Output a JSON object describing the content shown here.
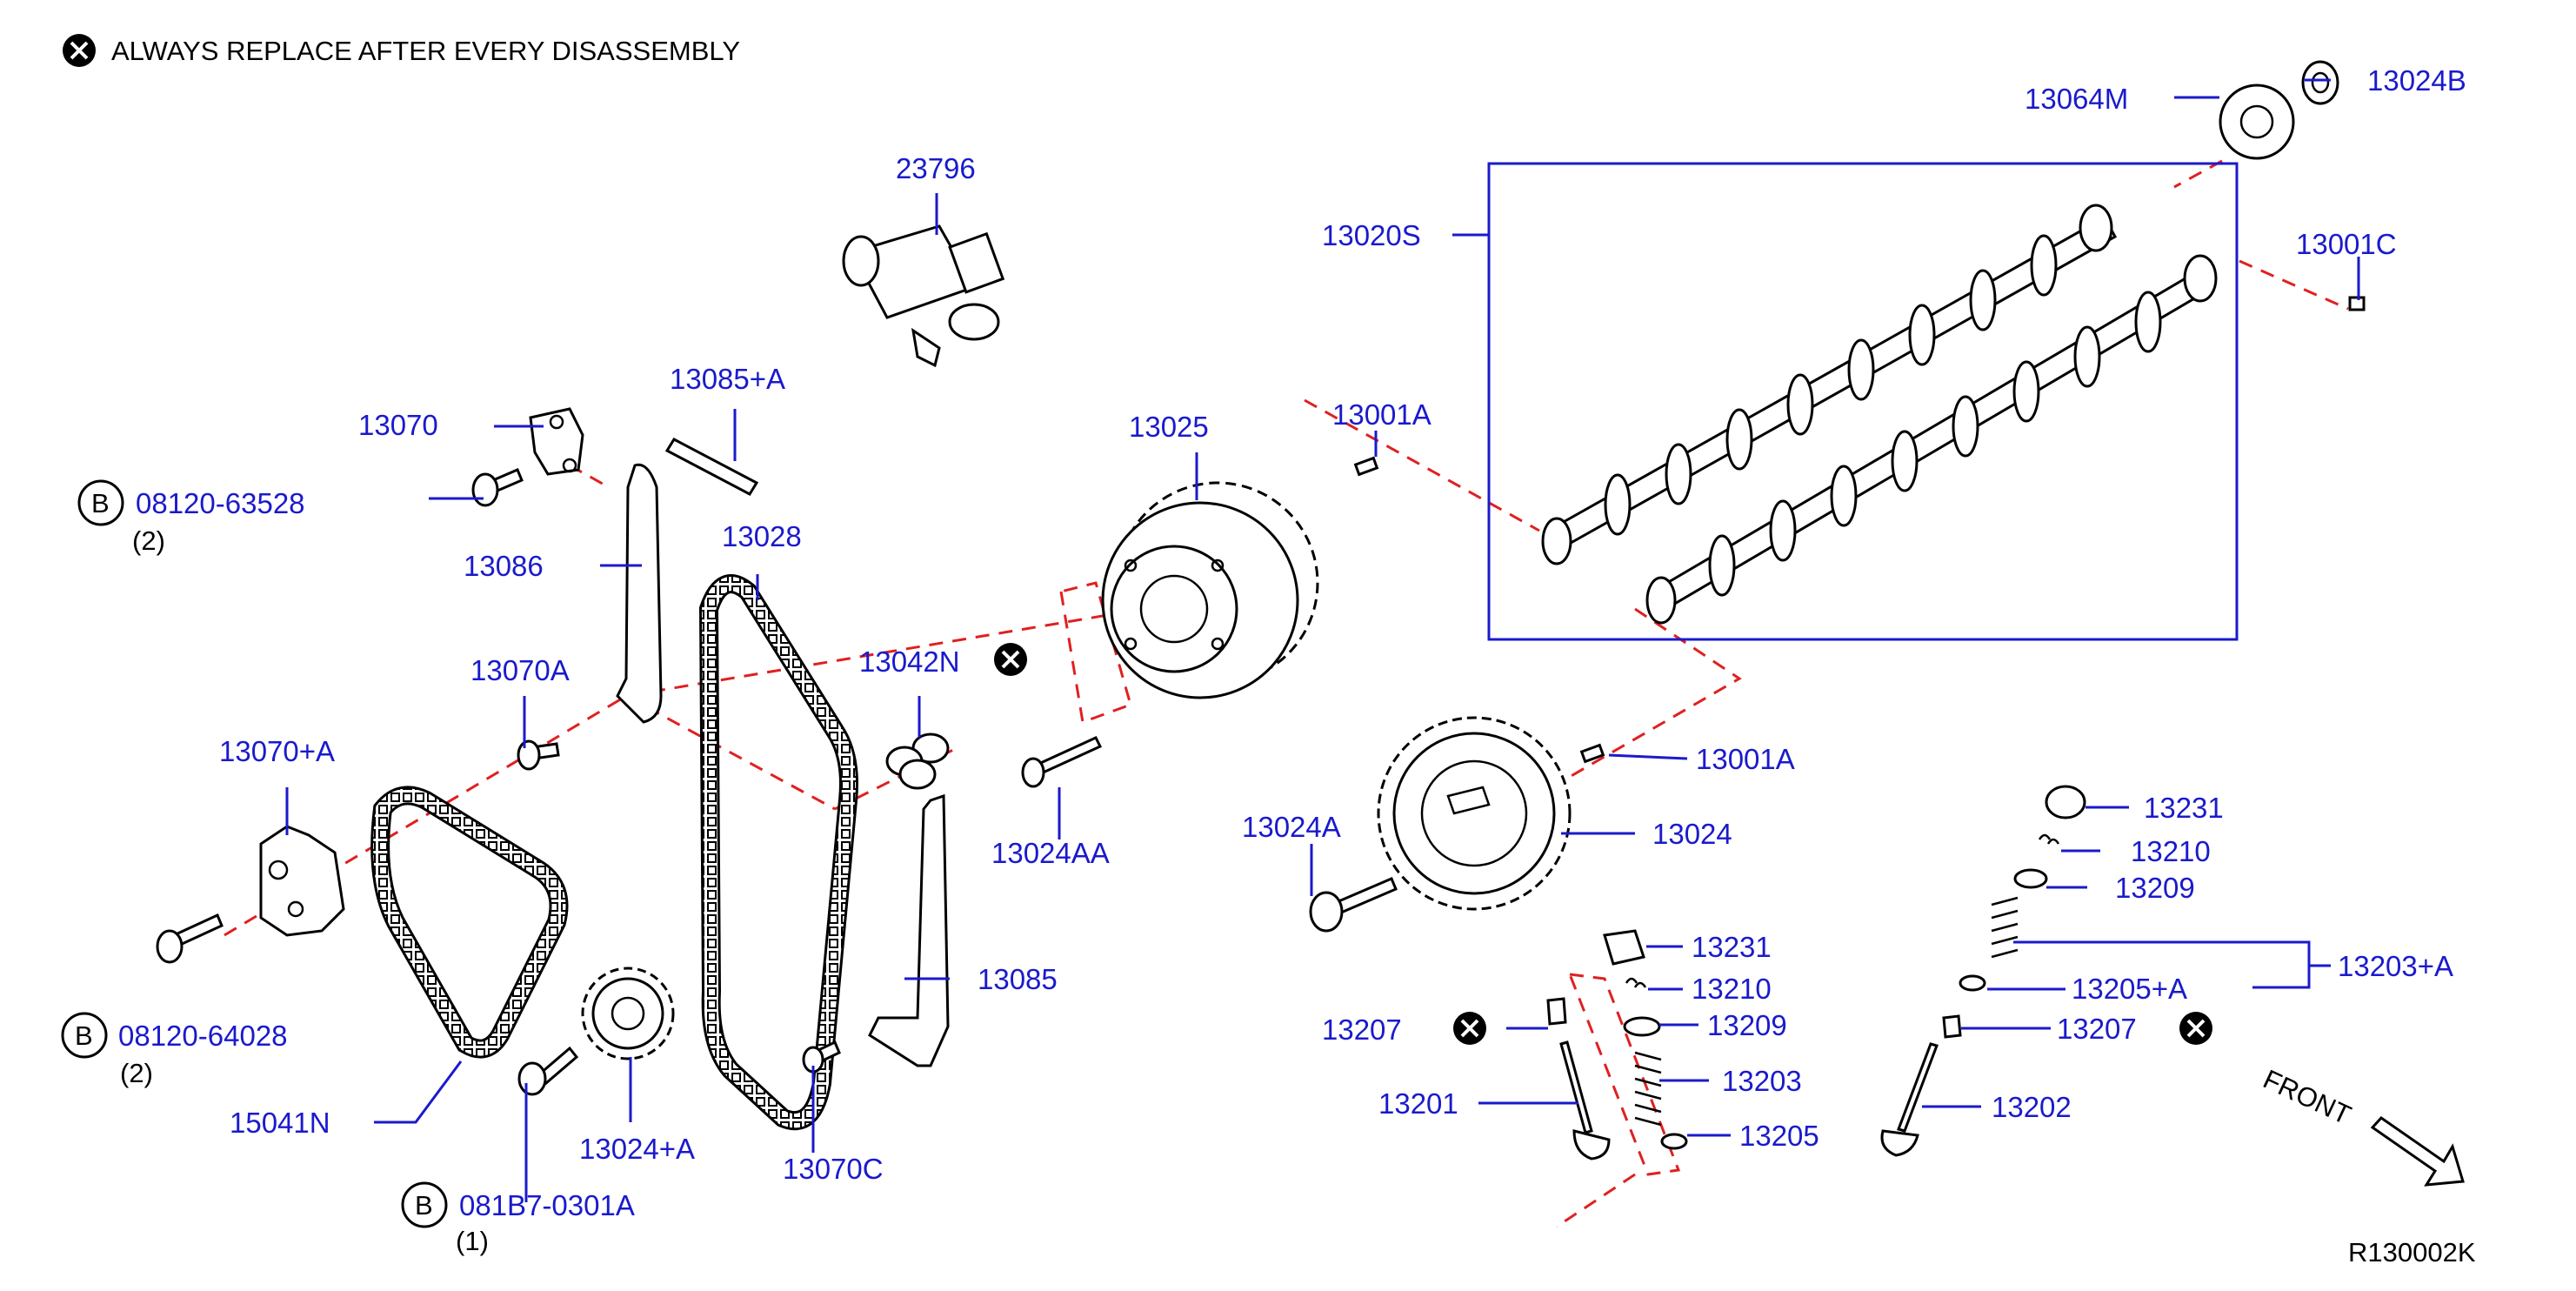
{
  "header": {
    "notice": "ALWAYS   REPLACE   AFTER   EVERY   DISASSEMBLY"
  },
  "labels": {
    "p23796": "23796",
    "p13085A": "13085+A",
    "p13070": "13070",
    "bolt1": "08120-63528",
    "bolt1_qty": "(2)",
    "p13086": "13086",
    "p13028": "13028",
    "p13070A": "13070A",
    "p13042N": "13042N",
    "p13025": "13025",
    "p13070pA": "13070+A",
    "p13024AA": "13024AA",
    "bolt2": "08120-64028",
    "bolt2_qty": "(2)",
    "p15041N": "15041N",
    "p13024pA": "13024+A",
    "p13070C": "13070C",
    "bolt3": "081B7-0301A",
    "bolt3_qty": "(1)",
    "p13085": "13085",
    "p13064M": "13064M",
    "p13024B": "13024B",
    "p13020S": "13020S",
    "p13001C": "13001C",
    "p13001A_top": "13001A",
    "p13001A_mid": "13001A",
    "p13024A": "13024A",
    "p13024": "13024",
    "p13231_l": "13231",
    "p13210_l": "13210",
    "p13209_l": "13209",
    "p13207_l": "13207",
    "p13203": "13203",
    "p13201": "13201",
    "p13205": "13205",
    "p13231_r": "13231",
    "p13210_r": "13210",
    "p13209_r": "13209",
    "p13203A": "13203+A",
    "p13205A": "13205+A",
    "p13207_r": "13207",
    "p13202": "13202",
    "front": "FRONT",
    "ref": "R130002K",
    "b_letter_1": "B",
    "b_letter_2": "B",
    "b_letter_3": "B"
  },
  "colors": {
    "label": "#1a1acc",
    "dash": "#e02020",
    "outline": "#000000"
  },
  "icons": [
    "replace-symbol-icon",
    "bolt-b-icon",
    "front-arrow-icon"
  ]
}
